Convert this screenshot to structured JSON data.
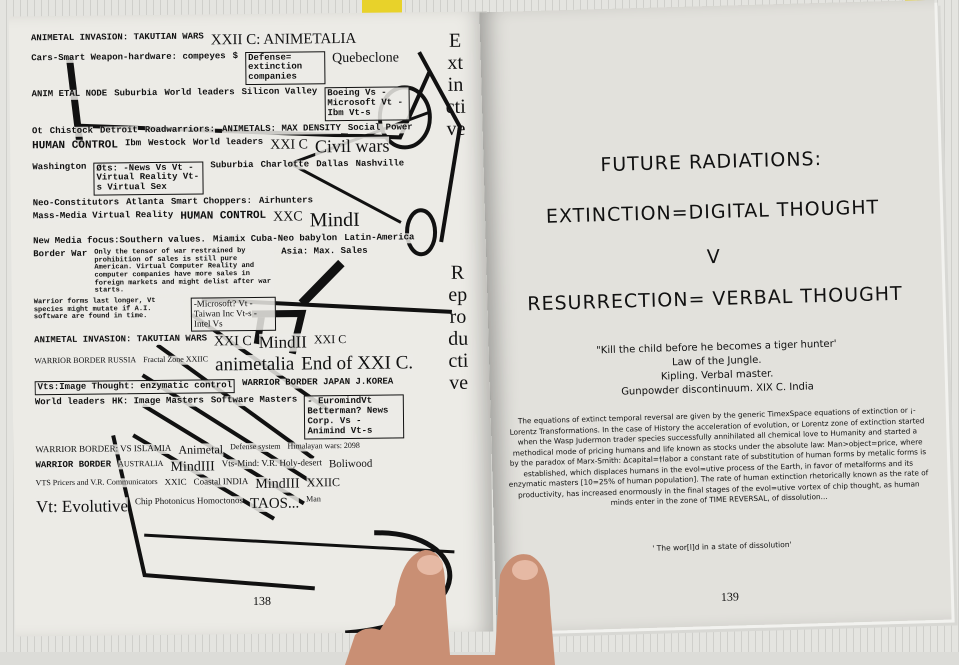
{
  "left_page": {
    "page_number": "138",
    "vertical_text": [
      "Extinctive",
      "Reproductive"
    ],
    "labels": [
      "ANIMETAL INVASION: TAKUTIAN WARS",
      "XXII C: ANIMETALIA",
      "Cars-Smart Weapon-hardware: compeyes",
      "$",
      "Defense= extinction companies",
      "Quebeclone",
      "ANIM ETAL NODE",
      "Suburbia",
      "World leaders",
      "Silicon Valley",
      "Boeing Vs -Microsoft Vt -Ibm Vt-s",
      "Ot",
      "Chistock",
      "Detroit",
      "Roadwarriors:",
      "ANIMETALS: MAX DENSITY",
      "Social Power",
      "HUMAN CONTROL",
      "Ibm",
      "Westock",
      "World leaders",
      "XXI C",
      "Civil wars",
      "Washington",
      "Øts: -News Vs Vt - Virtual Reality Vt-s Virtual Sex",
      "Suburbia",
      "Charlotte",
      "Dallas",
      "Nashville",
      "Neo-Constitutors",
      "Atlanta",
      "Smart Choppers:",
      "Airhunters",
      "Mass-Media Virtual Reality",
      "HUMAN CONTROL",
      "XXC",
      "MindI",
      "New Media focus:Southern values.",
      "Miamix Cuba-Neo babylon",
      "Latin-America",
      "Border War",
      "Only the tensor of war restrained by prohibition of sales is still pure American. Virtual Computer Reality and computer companies have more sales in foreign markets and might delist after war starts.",
      "Asia: Max. Sales",
      "Warrior forms last longer, Vt species might mutate if A.I. software are found in time.",
      "-Microsoft? Vt -Taiwan Inc Vt-s -Intel Vs",
      "ANIMETAL INVASION: TAKUTIAN WARS",
      "XXI C",
      "MindII",
      "XXI C",
      "WARRIOR BORDER RUSSIA",
      "Fractal Zone XXIIC",
      "animetalia",
      "End of XXI C.",
      "Vts:Image Thought: enzymatic control",
      "WARRIOR BORDER JAPAN J.KOREA",
      "World leaders",
      "HK: Image Masters",
      "Software Masters",
      "- EuromindVt Betterman? News Corp. Vs - Animind Vt-s",
      "WARRIOR BORDER: VS ISLAMIA",
      "Animetal",
      "Defense system",
      "Himalayan wars: 2098",
      "WARRIOR BORDER",
      "AUSTRALIA",
      "MindIII",
      "Vts-Mind: V.R. Holy-desert",
      "Boliwood",
      "VTS Pricers and V.R. Communicators",
      "XXIC",
      "Coastal INDIA",
      "MindIII",
      "XXIIC",
      "Vt: Evolutive",
      "Chip Photonicus Homoctonos",
      "TAOS...",
      "Man"
    ]
  },
  "right_page": {
    "page_number": "139",
    "title_lines": [
      "FUTURE RADIATIONS:",
      "EXTINCTION=DIGITAL THOUGHT",
      "V",
      "RESURRECTION= VERBAL THOUGHT"
    ],
    "quote_lines": [
      "\"Kill the child before he becomes a tiger hunter'",
      "Law of the Jungle.",
      "Kipling. Verbal master.",
      "Gunpowder discontinuum. XIX C. India"
    ],
    "paragraph": "The equations of extinct temporal reversal are given by the generic TimexSpace equations of extinction or ¡-Lorentz Transformations. In the case of History the acceleration of evolution, or Lorentz zone of extinction started when the Wasp Judermon trader species successfully annihilated all chemical love to Humanity and started a methodical mode of pricing humans and life known as stocks under the absolute law: Man>object=price, where by the paradox of Marx-Smith: Δcapital=†labor a constant rate of substitution of human forms by metalic forms is established, which displaces humans in the evol=utive process of the Earth, in favor of metalforms and its enzymatic masters [10=25% of human population]. The rate of human extinction rhetorically known as the rate of productivity, has increased enormously in the final stages of the evol=utive vortex of chip thought, as human minds enter in the zone of TIME REVERSAL, of dissolution...",
    "closing_quote": "' The wor[l]d in a state of dissolution'"
  },
  "colors": {
    "page_left": "#ecebe6",
    "page_right": "#e2e1dc",
    "bookmark": "#e8d22a",
    "ink": "#111111"
  }
}
